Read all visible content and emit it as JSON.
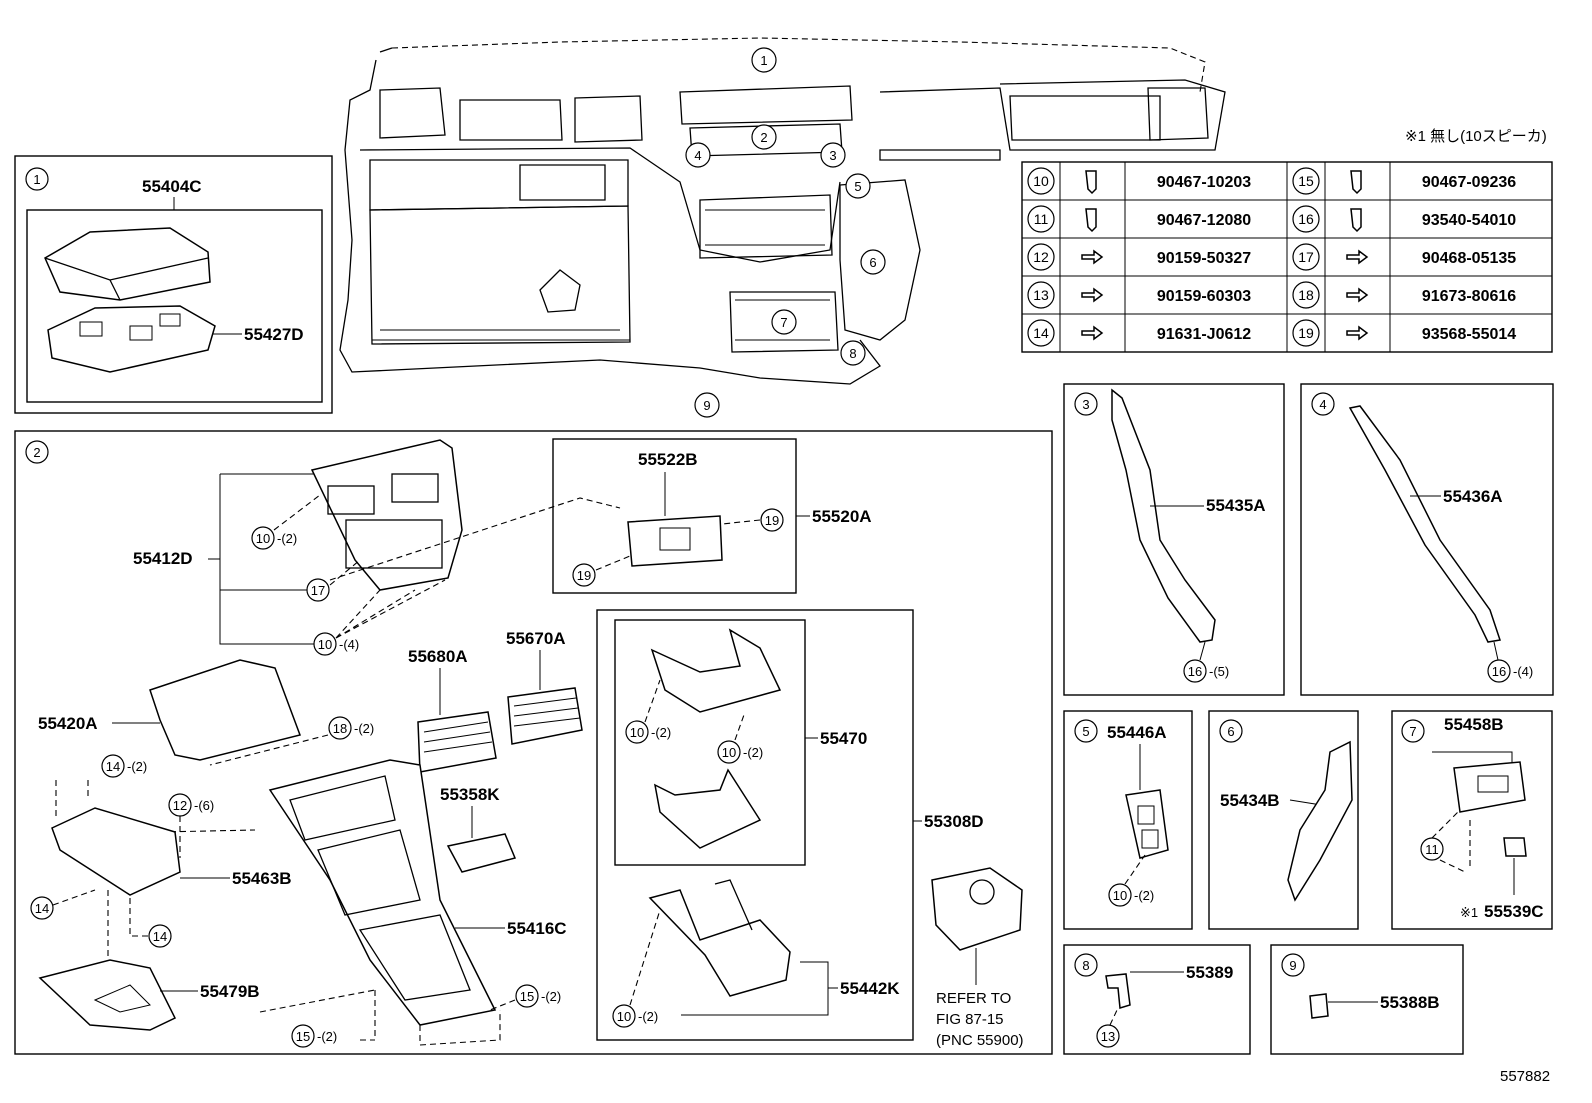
{
  "note": "※1 無し(10スピーカ)",
  "figure_id": "557882",
  "main": {
    "callouts": [
      "1",
      "2",
      "3",
      "4",
      "5",
      "6",
      "7",
      "8",
      "9"
    ]
  },
  "fasteners": [
    {
      "ref": "10",
      "part": "90467-10203"
    },
    {
      "ref": "11",
      "part": "90467-12080"
    },
    {
      "ref": "12",
      "part": "90159-50327"
    },
    {
      "ref": "13",
      "part": "90159-60303"
    },
    {
      "ref": "14",
      "part": "91631-J0612"
    },
    {
      "ref": "15",
      "part": "90467-09236"
    },
    {
      "ref": "16",
      "part": "93540-54010"
    },
    {
      "ref": "17",
      "part": "90468-05135"
    },
    {
      "ref": "18",
      "part": "91673-80616"
    },
    {
      "ref": "19",
      "part": "93568-55014"
    }
  ],
  "box1": {
    "ref": "1",
    "parts": [
      "55404C",
      "55427D"
    ]
  },
  "box2": {
    "ref": "2",
    "labels": {
      "p55412D": "55412D",
      "p55522B": "55522B",
      "p55520A": "55520A",
      "p55420A": "55420A",
      "p55680A": "55680A",
      "p55670A": "55670A",
      "p55358K": "55358K",
      "p55463B": "55463B",
      "p55416C": "55416C",
      "p55479B": "55479B",
      "p55470": "55470",
      "p55308D": "55308D",
      "p55442K": "55442K"
    },
    "refs": {
      "r10a": "10",
      "q10a": "-(2)",
      "r17": "17",
      "r10b": "10",
      "q10b": "-(4)",
      "r19a": "19",
      "r19b": "19",
      "r18": "18",
      "q18": "-(2)",
      "r14a": "14",
      "q14a": "-(2)",
      "r12": "12",
      "q12": "-(6)",
      "r14b": "14",
      "r14c": "14",
      "r15a": "15",
      "q15a": "-(2)",
      "r15b": "15",
      "q15b": "-(2)",
      "r10c": "10",
      "q10c": "-(2)",
      "r10d": "10",
      "q10d": "-(2)",
      "r10e": "10",
      "q10e": "-(2)"
    },
    "refer": [
      "REFER TO",
      "FIG 87-15",
      "(PNC 55900)"
    ]
  },
  "box3": {
    "ref": "3",
    "part": "55435A",
    "fastener": "16",
    "qty": "-(5)"
  },
  "box4": {
    "ref": "4",
    "part": "55436A",
    "fastener": "16",
    "qty": "-(4)"
  },
  "box5": {
    "ref": "5",
    "part": "55446A",
    "fastener": "10",
    "qty": "-(2)"
  },
  "box6": {
    "ref": "6",
    "part": "55434B"
  },
  "box7": {
    "ref": "7",
    "parts": [
      "55458B",
      "55539C"
    ],
    "fastener": "11",
    "mark": "※1"
  },
  "box8": {
    "ref": "8",
    "part": "55389",
    "fastener": "13"
  },
  "box9": {
    "ref": "9",
    "part": "55388B"
  }
}
